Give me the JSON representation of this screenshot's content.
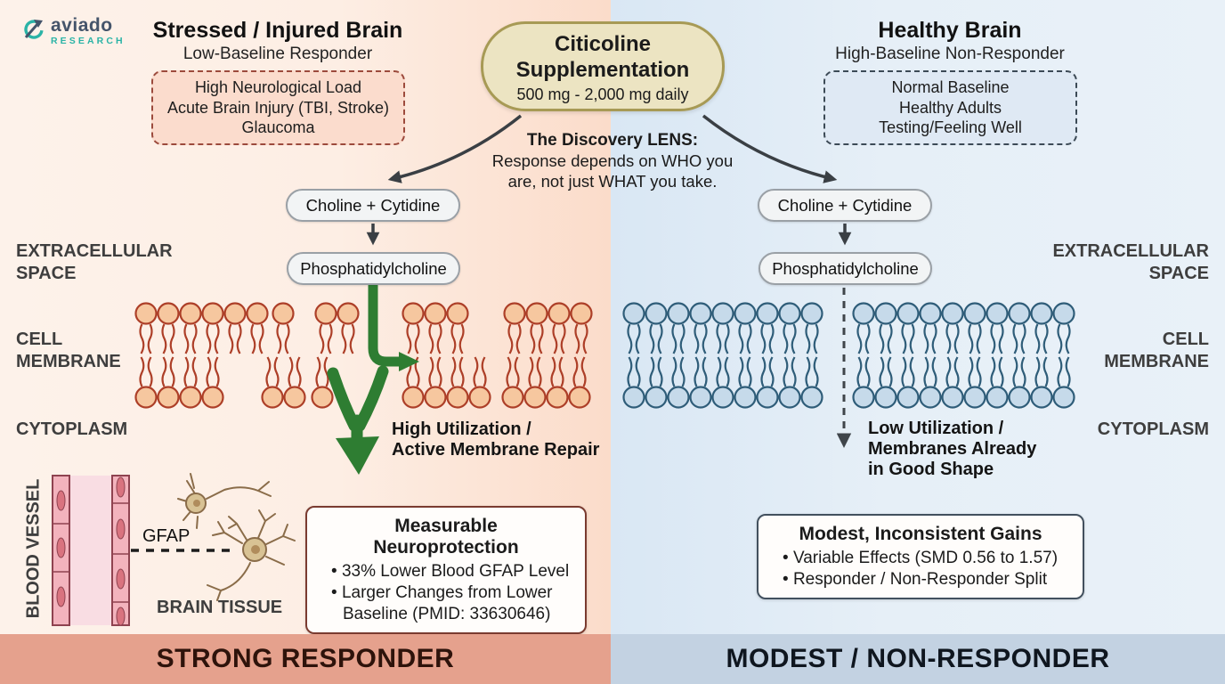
{
  "logo": {
    "brand": "aviado",
    "sub": "RESEARCH"
  },
  "center": {
    "supp_title_1": "Citicoline",
    "supp_title_2": "Supplementation",
    "supp_dose": "500 mg - 2,000 mg daily",
    "lens_heading": "The Discovery LENS:",
    "lens_line1": "Response depends on WHO you",
    "lens_line2": "are, not just WHAT you take."
  },
  "left": {
    "title": "Stressed / Injured Brain",
    "subtitle": "Low-Baseline Responder",
    "conditions": [
      "High Neurological Load",
      "Acute Brain Injury (TBI, Stroke)",
      "Glaucoma"
    ],
    "step1": "Choline + Cytidine",
    "step2": "Phosphatidylcholine",
    "utilization_line1": "High Utilization /",
    "utilization_line2": "Active Membrane Repair",
    "vessel_label": "BLOOD VESSEL",
    "gfap": "GFAP",
    "tissue_label": "BRAIN TISSUE",
    "card_title": "Measurable Neuroprotection",
    "card_bullets": [
      "33% Lower Blood GFAP Level",
      "Larger Changes from Lower Baseline (PMID: 33630646)"
    ],
    "footer": "STRONG RESPONDER"
  },
  "right": {
    "title": "Healthy Brain",
    "subtitle": "High-Baseline Non-Responder",
    "conditions": [
      "Normal Baseline",
      "Healthy Adults",
      "Testing/Feeling Well"
    ],
    "step1": "Choline + Cytidine",
    "step2": "Phosphatidylcholine",
    "utilization_line1": "Low Utilization /",
    "utilization_line2": "Membranes Already",
    "utilization_line3": "in Good Shape",
    "card_title": "Modest, Inconsistent Gains",
    "card_bullets": [
      "Variable Effects (SMD 0.56 to 1.57)",
      "Responder / Non-Responder Split"
    ],
    "footer": "MODEST / NON-RESPONDER"
  },
  "labels": {
    "extracellular_1": "EXTRACELLULAR",
    "extracellular_2": "SPACE",
    "membrane_1": "CELL",
    "membrane_2": "MEMBRANE",
    "cytoplasm": "CYTOPLASM"
  },
  "colors": {
    "green": "#2e7d32",
    "salmonBar": "#e5a18d",
    "blueBar": "#c3d2e2",
    "citicolineBg": "#ece4c2",
    "citicolineBorder": "#a79a55",
    "lipidLeftFill": "#f6c79f",
    "lipidLeftStroke": "#ad3f28",
    "lipidRightFill": "#c6daea",
    "lipidRightStroke": "#2f5d79",
    "teal": "#2ab3a6",
    "slate": "#44546a"
  }
}
